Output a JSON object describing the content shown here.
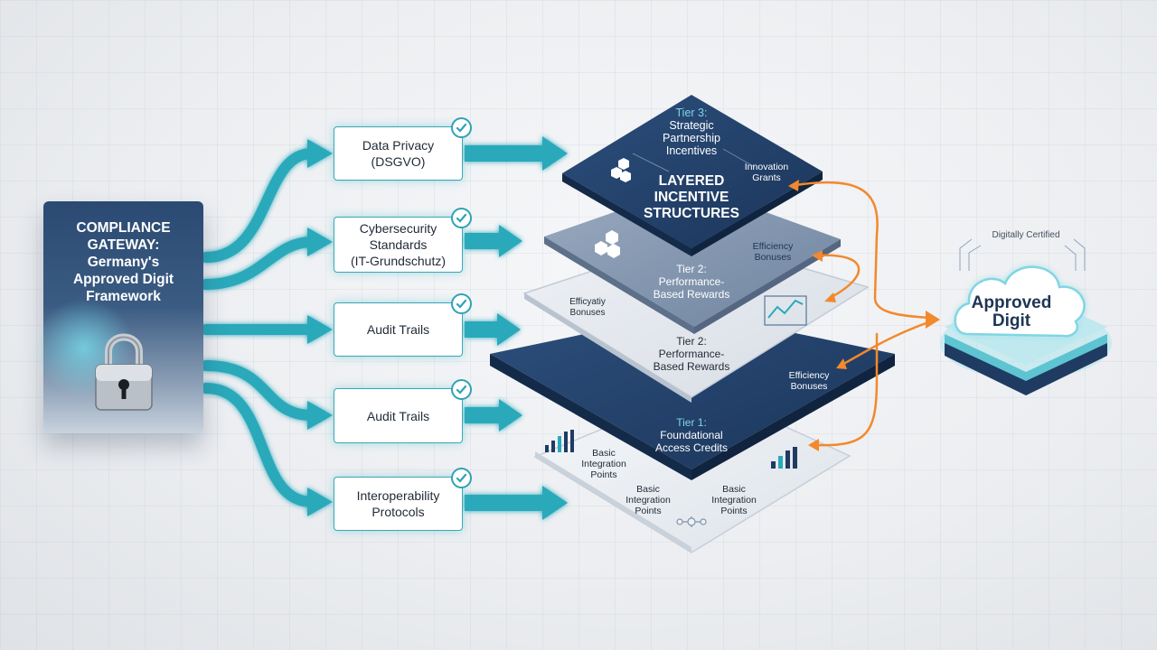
{
  "gateway": {
    "title_lines": [
      "COMPLIANCE",
      "GATEWAY:",
      "Germany's",
      "Approved Digit",
      "Framework"
    ]
  },
  "requirements": [
    {
      "lines": [
        "Data Privacy",
        "(DSGVO)"
      ]
    },
    {
      "lines": [
        "Cybersecurity",
        "Standards",
        "(IT-Grundschutz)"
      ]
    },
    {
      "lines": [
        "Audit Trails"
      ]
    },
    {
      "lines": [
        "Audit Trails"
      ]
    },
    {
      "lines": [
        "Interoperability",
        "Protocols"
      ]
    }
  ],
  "tier3": {
    "label_lines": [
      "Tier 3:",
      "Strategic",
      "Partnership",
      "Incentives"
    ],
    "heading_lines": [
      "LAYERED",
      "INCENTIVE",
      "STRUCTURES"
    ],
    "side_label_lines": [
      "Innovation",
      "Grants"
    ]
  },
  "tier2_upper": {
    "label_lines": [
      "Tier 2:",
      "Performance-",
      "Based Rewards"
    ],
    "side_label_lines": [
      "Efficiency",
      "Bonuses"
    ]
  },
  "tier2_lower": {
    "label_lines": [
      "Tier 2:",
      "Performance-",
      "Based Rewards"
    ],
    "left_label_lines": [
      "Efficyatiy",
      "Bonuses"
    ],
    "side_label_lines": [
      "Efficiency",
      "Bonuses"
    ]
  },
  "tier1": {
    "label_lines": [
      "Tier 1:",
      "Foundational",
      "Access Credits"
    ],
    "points_left_lines": [
      "Basic",
      "Integration",
      "Points"
    ],
    "points_center_lines": [
      "Basic",
      "Integration",
      "Points"
    ],
    "points_right_lines": [
      "Basic",
      "Integration",
      "Points"
    ]
  },
  "certified": {
    "caption": "Digitally Certified",
    "title_lines": [
      "Approved",
      "Digit"
    ]
  },
  "colors": {
    "teal_arrow": "#2aa9bb",
    "orange_arrow": "#f2892c",
    "navy": "#1f3b62",
    "slate": "#7f93ab"
  },
  "icons": [
    "padlock-icon",
    "checkmark-icon",
    "hexagon-cluster-icon",
    "line-chart-icon",
    "bar-chart-icon",
    "network-node-icon",
    "cloud-icon",
    "circuit-lines-icon"
  ]
}
